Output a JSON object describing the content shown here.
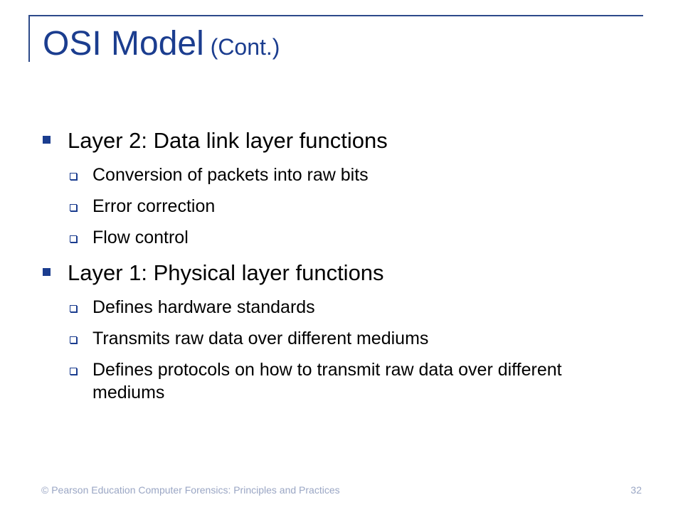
{
  "title": {
    "main": "OSI Model",
    "sub": "(Cont.)"
  },
  "sections": [
    {
      "heading": "Layer 2: Data link layer functions",
      "items": [
        "Conversion of packets into raw bits",
        "Error correction",
        "Flow control"
      ]
    },
    {
      "heading": "Layer 1: Physical layer functions",
      "items": [
        "Defines hardware standards",
        "Transmits raw data over different mediums",
        "Defines protocols on how to transmit raw data over different mediums"
      ]
    }
  ],
  "footer": {
    "text": "© Pearson Education  Computer Forensics: Principles and Practices",
    "page_number": "32"
  },
  "colors": {
    "title": "#1b3d8f",
    "frame": "#2d4a8a",
    "footer": "#9aa6c4"
  }
}
